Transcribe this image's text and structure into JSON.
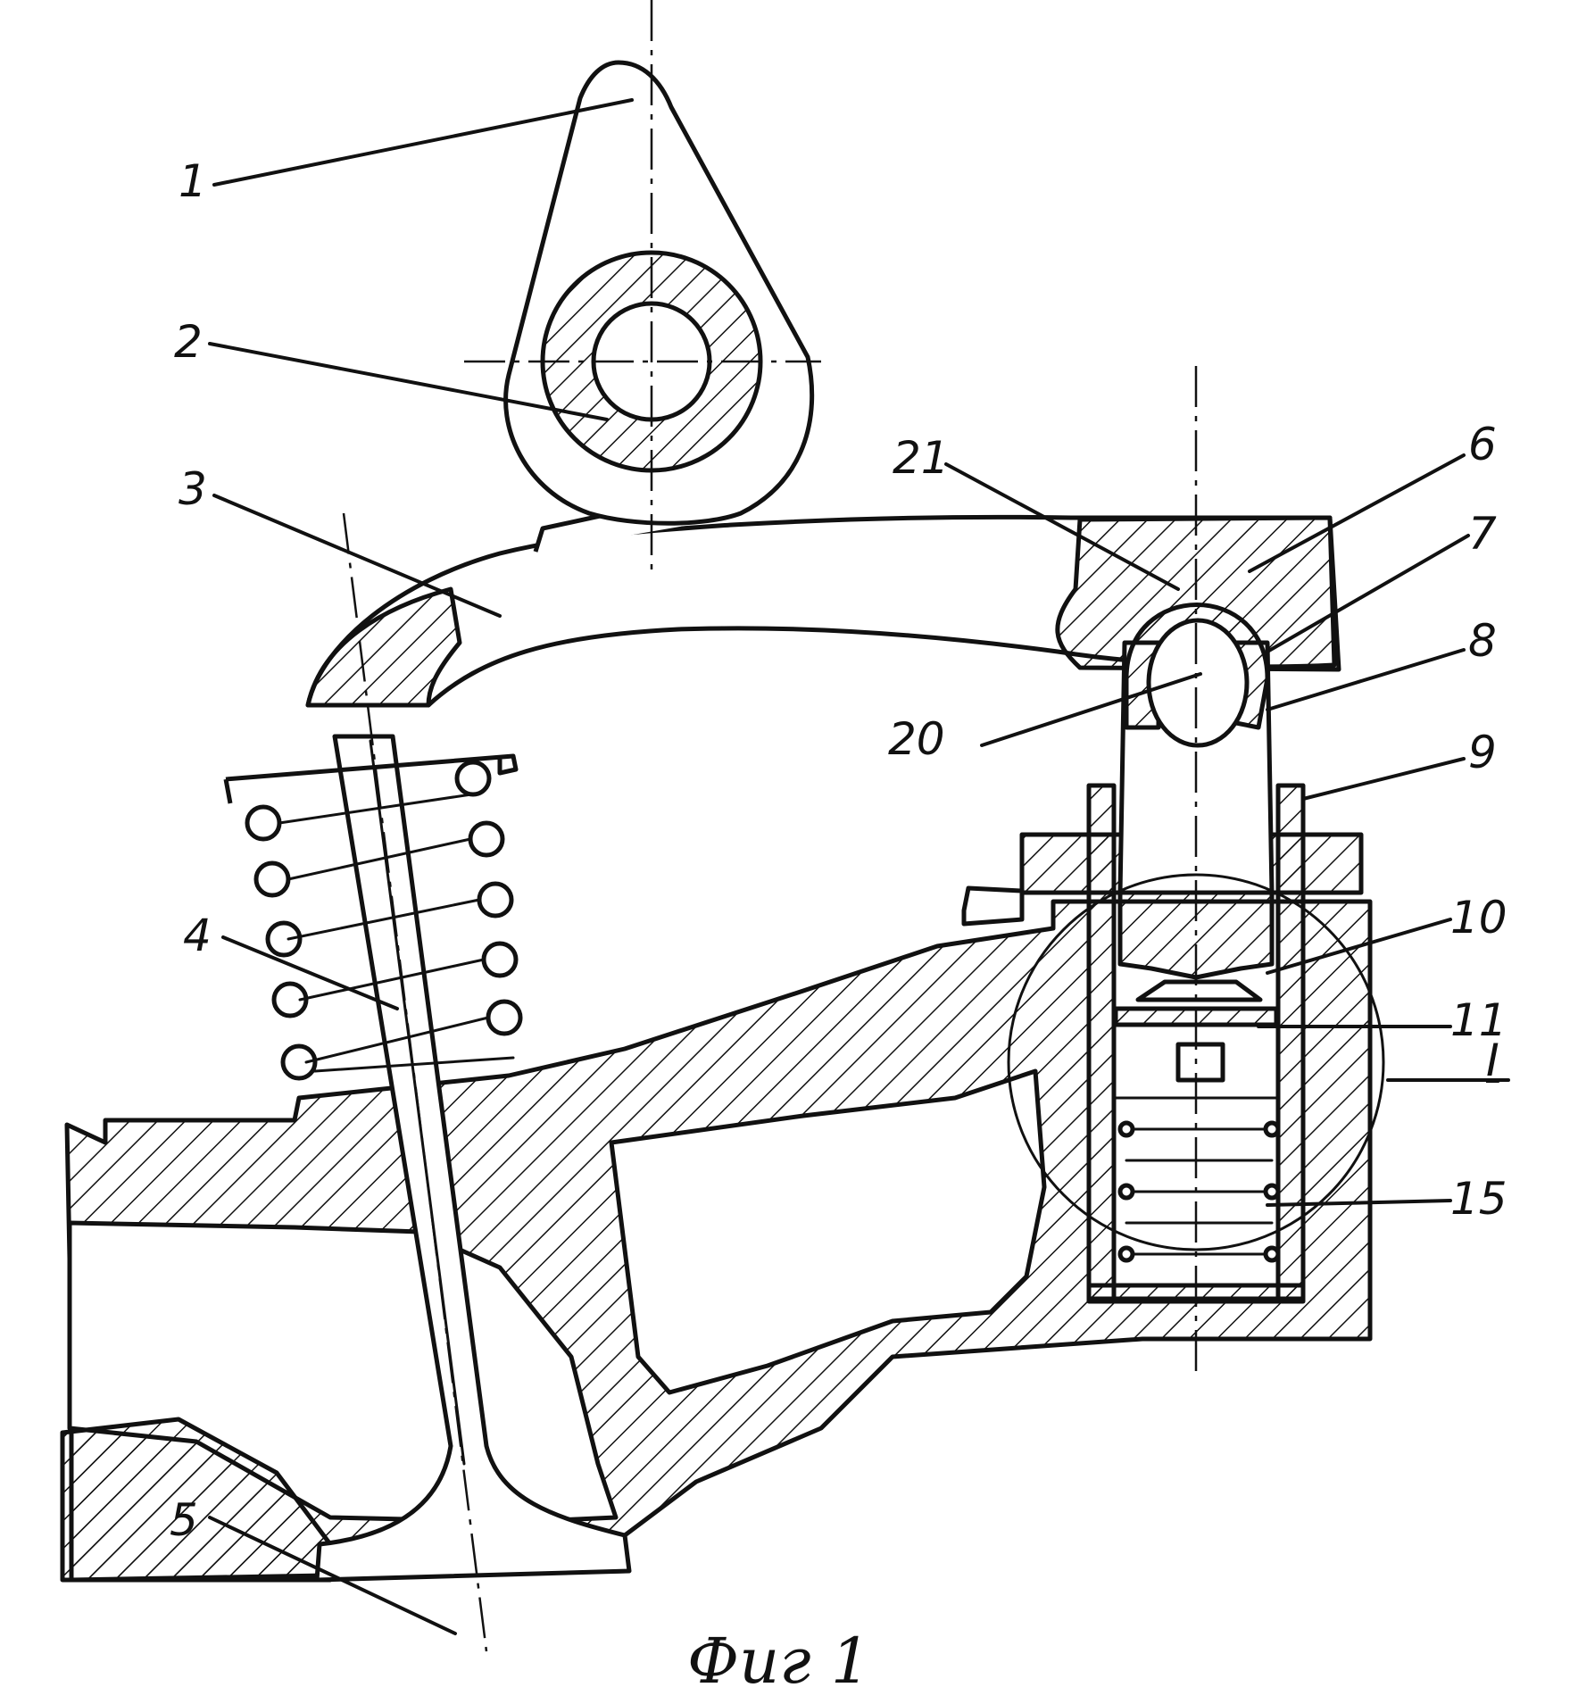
{
  "caption": "Фиг 1",
  "labels": {
    "l1": "1",
    "l2": "2",
    "l3": "3",
    "l4": "4",
    "l5": "5",
    "l6": "6",
    "l7": "7",
    "l8": "8",
    "l9": "9",
    "l10": "10",
    "l11": "11",
    "lI": "I",
    "l15": "15",
    "l20": "20",
    "l21": "21"
  }
}
